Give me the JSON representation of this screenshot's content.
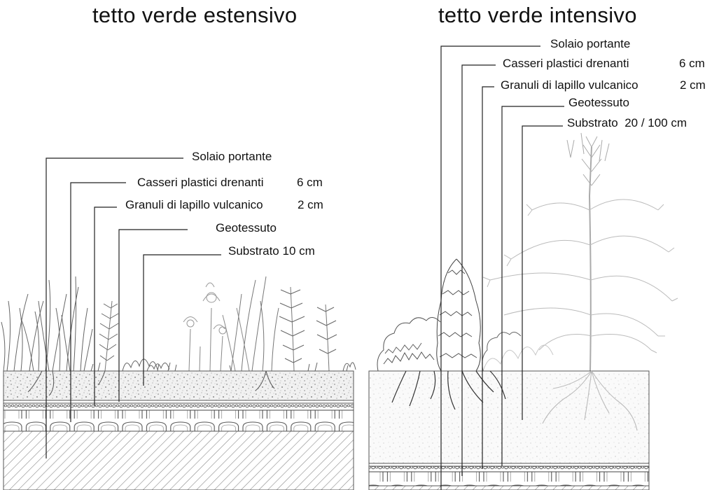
{
  "extensive": {
    "title": "tetto verde estensivo",
    "layers": [
      {
        "name": "Solaio portante",
        "value": ""
      },
      {
        "name": "Casseri plastici drenanti",
        "value": "6 cm"
      },
      {
        "name": "Granuli di lapillo vulcanico",
        "value": "2 cm"
      },
      {
        "name": "Geotessuto",
        "value": ""
      },
      {
        "name": "Substrato 10 cm",
        "value": ""
      }
    ]
  },
  "intensive": {
    "title": "tetto verde intensivo",
    "layers": [
      {
        "name": "Solaio portante",
        "value": ""
      },
      {
        "name": "Casseri plastici drenanti",
        "value": "6 cm"
      },
      {
        "name": "Granuli di lapillo vulcanico",
        "value": "2 cm"
      },
      {
        "name": "Geotessuto",
        "value": ""
      },
      {
        "name": "Substrato  20 / 100 cm",
        "value": ""
      }
    ]
  }
}
